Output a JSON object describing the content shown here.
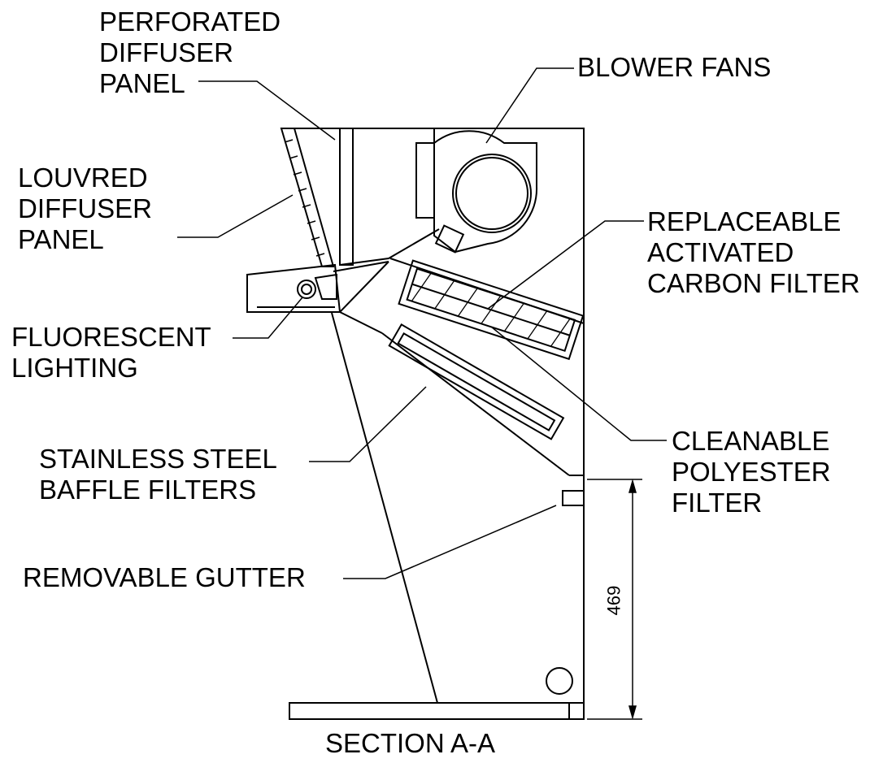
{
  "labels": {
    "perforated_diffuser_panel": [
      "PERFORATED",
      "DIFFUSER",
      "PANEL"
    ],
    "blower_fans": [
      "BLOWER FANS"
    ],
    "louvred_diffuser_panel": [
      "LOUVRED",
      "DIFFUSER",
      "PANEL"
    ],
    "replaceable_activated_carbon_filter": [
      "REPLACEABLE",
      "ACTIVATED",
      "CARBON FILTER"
    ],
    "fluorescent_lighting": [
      "FLUORESCENT",
      "LIGHTING"
    ],
    "stainless_steel_baffle_filters": [
      "STAINLESS STEEL",
      "BAFFLE FILTERS"
    ],
    "cleanable_polyester_filter": [
      "CLEANABLE",
      "POLYESTER",
      "FILTER"
    ],
    "removable_gutter": [
      "REMOVABLE GUTTER"
    ]
  },
  "dimension": {
    "value": "469"
  },
  "caption": "SECTION A-A"
}
